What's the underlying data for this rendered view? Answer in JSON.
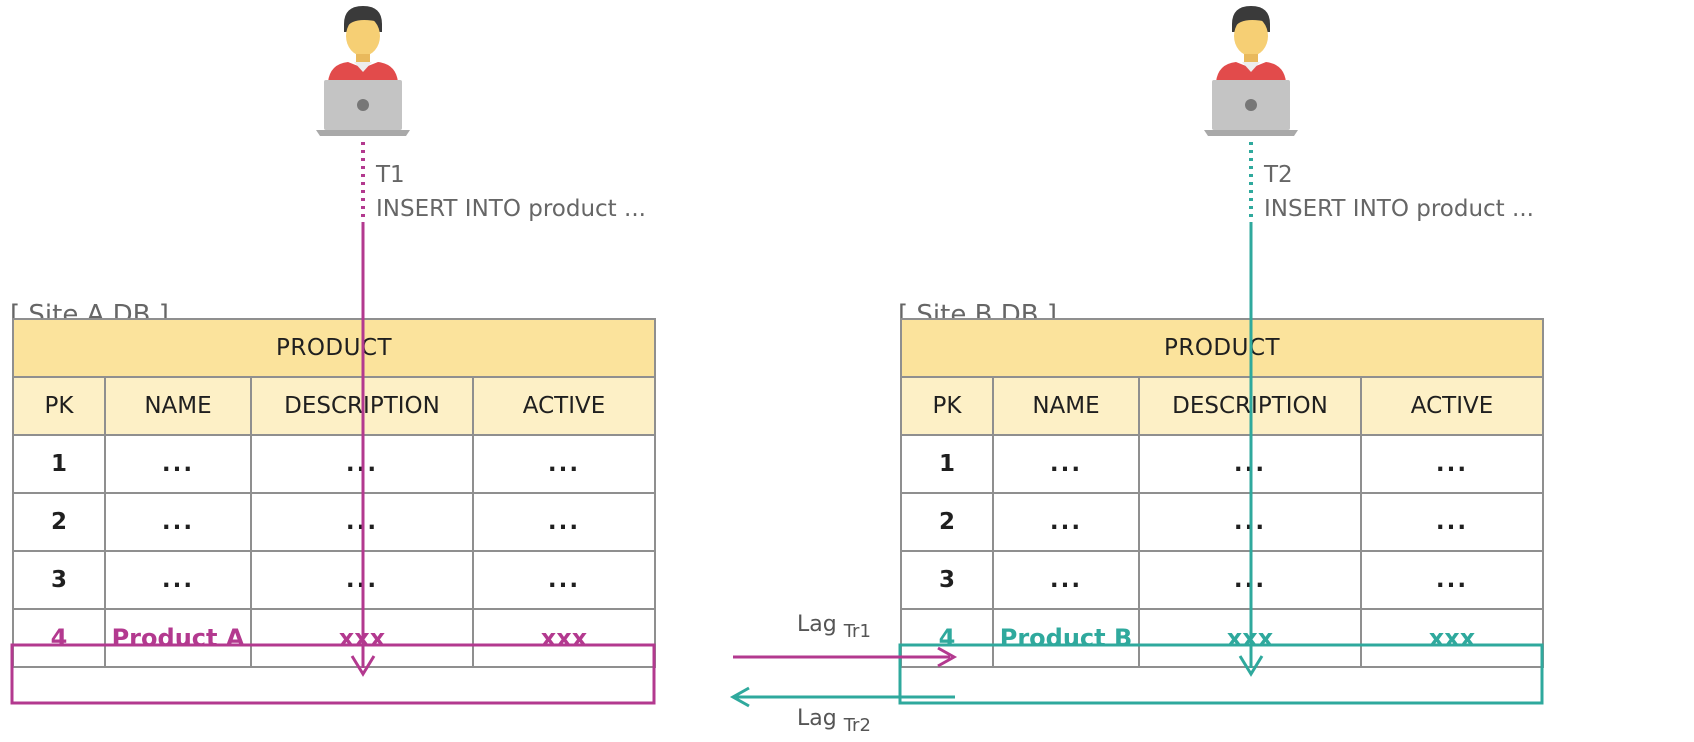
{
  "colors": {
    "site_a_accent": "#b3398f",
    "site_b_accent": "#2fa99d",
    "header_title_bg": "#fbe39c",
    "header_cols_bg": "#fdf0c6",
    "grid": "#8f8f8f"
  },
  "users": [
    {
      "icon": "user-laptop-icon",
      "tx_name": "T1",
      "statement": "INSERT INTO product ..."
    },
    {
      "icon": "user-laptop-icon",
      "tx_name": "T2",
      "statement": "INSERT INTO product ..."
    }
  ],
  "sites": [
    {
      "label": "[ Site A DB ]",
      "table_title": "PRODUCT",
      "columns": [
        "PK",
        "NAME",
        "DESCRIPTION",
        "ACTIVE"
      ],
      "rows": [
        [
          "1",
          "...",
          "...",
          "..."
        ],
        [
          "2",
          "...",
          "...",
          "..."
        ],
        [
          "3",
          "...",
          "...",
          "..."
        ]
      ],
      "new_row": [
        "4",
        "Product A",
        "xxx",
        "xxx"
      ]
    },
    {
      "label": "[ Site B DB ]",
      "table_title": "PRODUCT",
      "columns": [
        "PK",
        "NAME",
        "DESCRIPTION",
        "ACTIVE"
      ],
      "rows": [
        [
          "1",
          "...",
          "...",
          "..."
        ],
        [
          "2",
          "...",
          "...",
          "..."
        ],
        [
          "3",
          "...",
          "...",
          "..."
        ]
      ],
      "new_row": [
        "4",
        "Product B",
        "xxx",
        "xxx"
      ]
    }
  ],
  "replication": {
    "forward": {
      "label": "Lag",
      "sub": "Tr1"
    },
    "backward": {
      "label": "Lag",
      "sub": "Tr2"
    }
  }
}
